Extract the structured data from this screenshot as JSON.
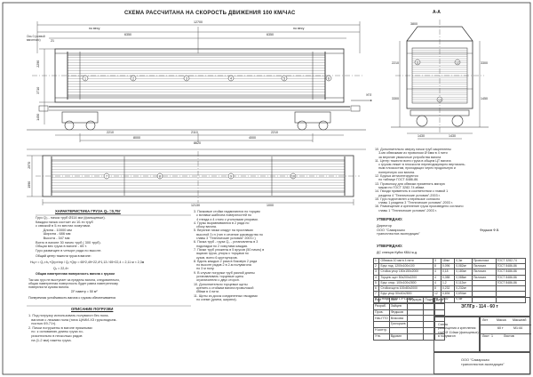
{
  "drawing": {
    "title": "СХЕМА РАССЧИТАНА НА СКОРОСТЬ ДВИЖЕНИЯ 100 КМ/ЧАС",
    "top_dims": {
      "overall": "12700",
      "spans": [
        "по весу",
        "по весу"
      ],
      "upper": [
        "6350",
        "6350"
      ],
      "left": "21"
    },
    "top_note": "Ось 0 (осевой\nвагонного)",
    "side_dims": [
      "2290",
      "3710",
      "1450"
    ],
    "mid_dims": [
      "2210",
      "2110",
      "2210"
    ],
    "mid_dims2": [
      "8000",
      "4000"
    ],
    "bottom_dims": "8620",
    "side_view": {
      "label": "А-А",
      "dims": [
        "3800",
        "3300",
        "1450",
        "2210",
        "3300"
      ],
      "widths": [
        "1430",
        "1430"
      ],
      "angle": "УГЛ"
    },
    "plan_dims": {
      "left": [
        "2970",
        "1990"
      ],
      "bottom": [
        "12130",
        "1000"
      ]
    },
    "markers": [
      "1",
      "2",
      "3",
      "4",
      "5",
      "6",
      "7",
      "8",
      "9",
      "10",
      "11",
      "12",
      "13"
    ]
  },
  "cog": {
    "heading": "ХАРАКТЕРИСТИКА ГРУЗА Q₀ =0,75т",
    "body": "Груз Q₀ - пачка труб Ø114 мм (фальцевые).\nКаждая пачка состоит из 10-ти труб\nс связкой в 5-ти местах хомутами.\n        Длина - 10000 мм\n        Ширина - 686 мм\n        Высота - 347 мм\nВсего в вагоне 30 пачек труб ( 300 труб).\nОбщая вес груза в вагоне - 65 т.\nГруз размещен в четыре ряда по высоте.",
    "formula_heading": "Общий центр тяжести груза в вагоне:",
    "formula": "Hц.т = Q₀×h₀+Qгр×hгр / Q₀+Qгр = 65*2,49+22,4*1,13 / 65+22,4 = 2,11 м < 2,3м",
    "formula2": "Qₐ = 22,4т",
    "wind_heading": "Общая наветренная поверхность вагона с грузом",
    "wind_body": "Так как груз не выступает за пределы вагона, следовательно,\nобщая наветренная поверхность будет равна наветренному\nповерхности кузова вагона.",
    "wind_formula": "ΣF наветр = 50 м²",
    "wind_note": "Поперечная устойчивость вагона с грузом обеспечивается",
    "proc_heading": "ОПИСАНИЕ ПОГРУЗКИ",
    "proc_body": "1. Под погрузку использовать полувагон без пола-\n   вагонов с люками пола (типа ЦНИИ-ХЗ грузоподъем-\n   ностью 69-71т).\n2. Пачки погружены в вагоне пряжными\n   по  к основанию длины груза хо-\n   ризонтально в несколько рядов\n   на (1-2 мм) пакеты груза."
  },
  "instructions": {
    "col1": "3. Пачковые стойки надвигаются по торцам\n   с вставки шаблона поверхностей по\n   4 гнезда и 4 стоек с угольными упорами.\n4. Грузы выравниваются в 2 ряда по\n   сбоку вагона.\n5. Верхние пачки кладут на проставках\n   высотой 3 гл (тип н сечение руководство по\n   главы 3 \"Технические условия\" 2003 г.)\n6. Пачка труб - груза Q₀ - установлены в 3\n   подкладки по 2 хомутами каждая.\n7. Пачки труб уложены в 5 ярусов (50 пачек) в\n   ящиках груза, упоры с торцами по\n   кузов, всего 6 крутоупоров.\n8. Вдоль каждых 2 раза в боковую 2 ряда\n   по высоте рядов 2 в 2-м полувагона\n   по 3 м полу.\n9. В случае погрузки труб разной длины\n   устанавливать торцевые щиты\n   ограничители с двух сторон.\n10. Дополнительно торцевые щиты\n   крепить к стойкам вагона проволокой\n   Ø6мм в 4 нити.\n11. Щиты из досок соединенных гвоздями\n   по схеме (длина, ширина).",
    "col2": "10. Дополнительно сверху пачки труб закреплены\n    3-мя обвязками из проволоки Ø 6мм в 4 нити\n    за верхние увязочные устройства вагона\n11. Центр тяжести всего груза в общем ЦТ вагона\n    с грузом лежит в плоскости перпендикулярно вертикаль-\n    ным плоскостям, проходящих через продольную и\n    поперечную оси вагона.\n12. Брусья антисептируются\n    по таблице ГОСТ 8486-86.\n13. Проволоку для обвязки применять мягкую\n    марки по ГОСТ 3282-74 ø6мм.\n14. Гвозди применять в соответствии с главой 1\n    раздела 4 \"Технические условия\"-2003 г.\n15. Груз подготовлен к перевозке согласно\n    главы 1 раздела 3 \"Технические условия\"-2003 г.\n16. Размещение и крепление груза произведено согласно\n    главы 1 \"Технические условия\"-2003 г."
  },
  "approvals": {
    "first_heading": "УТВЕРЖДАЮ:",
    "first_body": "Директор\nООО \"Самарская\nтрансплюстов экспедиция\"",
    "first_signer": "Федьков Ф.В.",
    "second_heading": "УТВЕРЖДАЮ:",
    "second_body": "ДС станции Куйск КБШ ж.д."
  },
  "spec_table": {
    "rows": [
      [
        "1",
        "Обвязка 10 мм в 4 нити",
        "3",
        "18пм",
        "0,3кг",
        "Проволока",
        "ГОСТ 3282-74"
      ],
      [
        "2",
        "Брус под. 1200х100х100",
        "8",
        "0,096",
        "0,082м³",
        "Пиломат.",
        "ГОСТ 8486-86"
      ],
      [
        "3",
        "Стойка упор 150х150х2000",
        "4",
        "0,18",
        "0,180м³",
        "Пиломат.",
        "ГОСТ 8486-86"
      ],
      [
        "4",
        "Торцев. щит 50х200х2200",
        "4",
        "0,088",
        "0,088м³",
        "Пиломат.",
        "ГОСТ 8486-86"
      ],
      [
        "5",
        "Брус опор. 100х100х2800",
        "4",
        "1,2",
        "0,112м³",
        "",
        "ГОСТ 8486-86"
      ],
      [
        "6",
        "Стойки щита 100х80х2000",
        "8",
        "0,232",
        "0,232м³",
        "",
        ""
      ],
      [
        "7",
        "Брус упор 50х40х2800",
        "12",
        "0,694",
        "0,694м³",
        "",
        ""
      ],
      [
        "8",
        "Гвоздь 4бчм 1,4*120мм",
        "20",
        "0,02",
        "0,4кг",
        "",
        ""
      ]
    ]
  },
  "stamp": {
    "doc_code": "ЭГЛГр - 114 - 60 т",
    "description": "Схема\nразмещения и крепления\nтруб Ø 114мм (фальцевых)\nв полувагон",
    "stage_head": "Лит",
    "mass_head": "Масса",
    "scale_head": "Масштаб",
    "mass": "60 т",
    "scale": "М1:44",
    "org": "ООО \"Самарская\nтрансплюстов экспедиция\"",
    "left_rows": [
      [
        "Изм",
        "Лист",
        "№ докум.",
        "Подп.",
        "Дата"
      ],
      [
        "Разраб.",
        "Зайцев",
        "",
        "",
        ""
      ],
      [
        "Пров.",
        "Федьков",
        "",
        "",
        ""
      ],
      [
        "Нач.ПТО",
        "Власова",
        "",
        "",
        ""
      ],
      [
        "",
        "Григорьев",
        "",
        "",
        ""
      ],
      [
        "Н.контр.",
        "",
        "",
        "",
        ""
      ],
      [
        "Утв.",
        "Вдовин",
        "",
        "",
        ""
      ]
    ],
    "sheet_label": "Лист",
    "sheets_label": "Листов",
    "sheet_no": "1"
  }
}
